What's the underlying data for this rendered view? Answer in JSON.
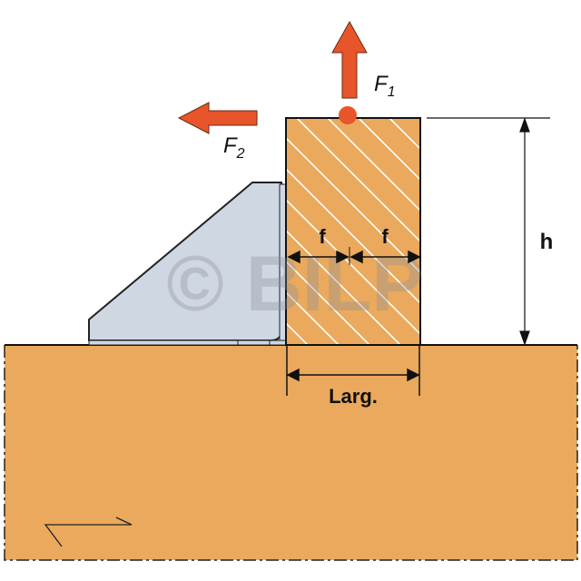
{
  "labels": {
    "force1": "F",
    "force1_sub": "1",
    "force2": "F",
    "force2_sub": "2",
    "offset_left": "f",
    "offset_right": "f",
    "height": "h",
    "width": "Larg."
  },
  "watermark": "© BILP",
  "colors": {
    "wood": "#EAA95C",
    "bracket": "#CFD8E2",
    "force": "#E8552B",
    "line": "#111111"
  }
}
